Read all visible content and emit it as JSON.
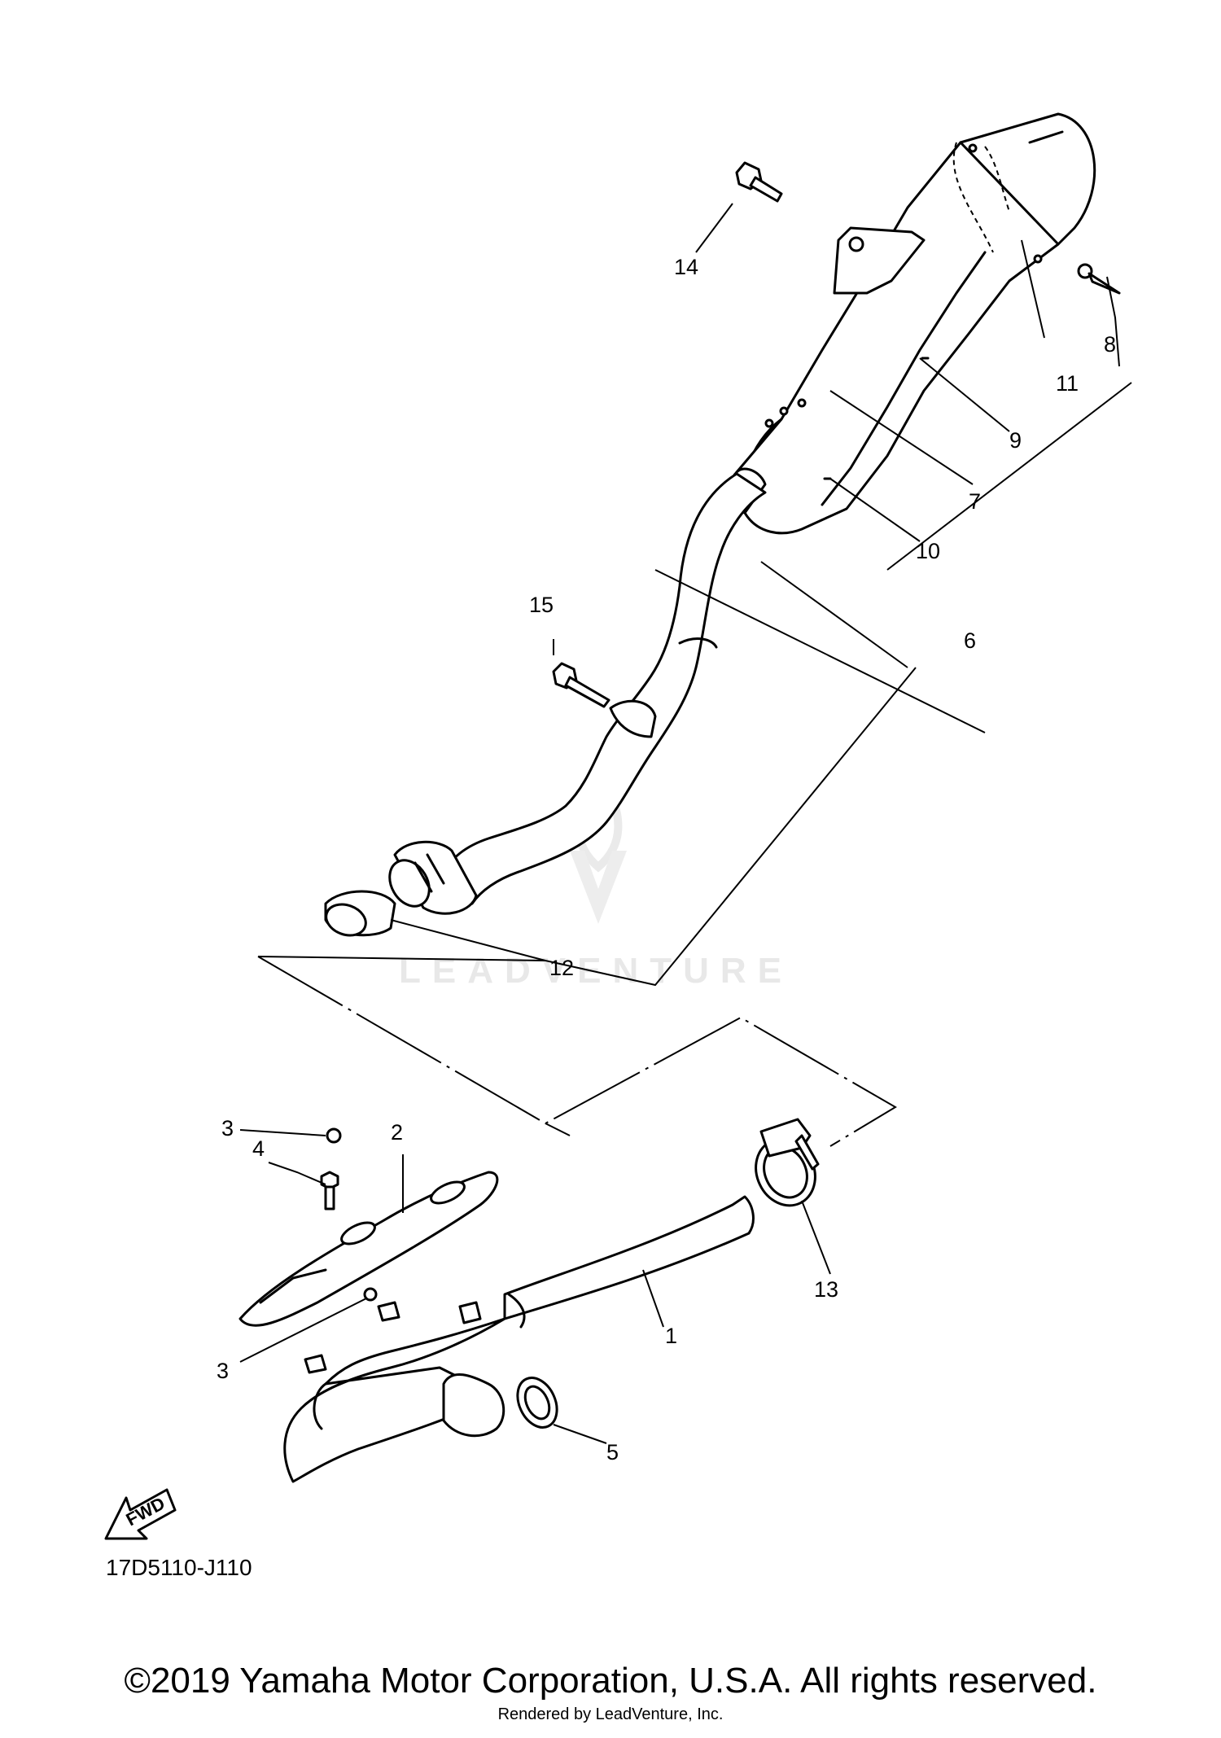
{
  "watermark": {
    "text": "LEADVENTURE"
  },
  "callouts": [
    {
      "id": "c1",
      "label": "1"
    },
    {
      "id": "c2",
      "label": "2"
    },
    {
      "id": "c3a",
      "label": "3"
    },
    {
      "id": "c3b",
      "label": "3"
    },
    {
      "id": "c4",
      "label": "4"
    },
    {
      "id": "c5",
      "label": "5"
    },
    {
      "id": "c6",
      "label": "6"
    },
    {
      "id": "c7",
      "label": "7"
    },
    {
      "id": "c8",
      "label": "8"
    },
    {
      "id": "c9",
      "label": "9"
    },
    {
      "id": "c10",
      "label": "10"
    },
    {
      "id": "c11",
      "label": "11"
    },
    {
      "id": "c12",
      "label": "12"
    },
    {
      "id": "c13",
      "label": "13"
    },
    {
      "id": "c14",
      "label": "14"
    },
    {
      "id": "c15",
      "label": "15"
    }
  ],
  "fwd_label": "FWD",
  "diagram_code": "17D5110-J110",
  "copyright": "©2019 Yamaha Motor Corporation, U.S.A. All rights reserved.",
  "rendered_by": "Rendered by LeadVenture, Inc."
}
